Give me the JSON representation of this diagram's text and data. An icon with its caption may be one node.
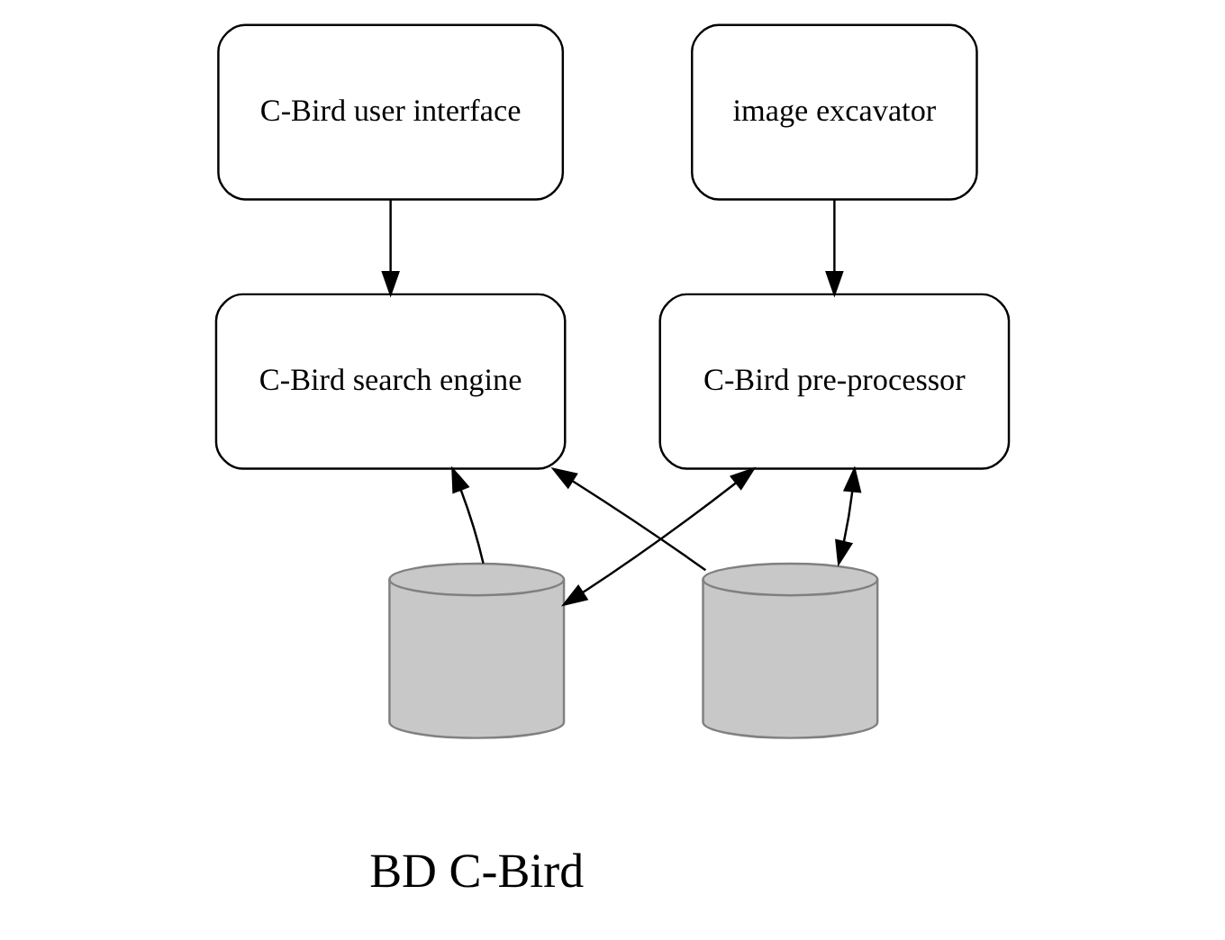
{
  "diagram": {
    "nodes": [
      {
        "text": [
          "image excavator"
        ]
      },
      {
        "text": [
          "C-Bird user interface"
        ]
      },
      {
        "text": [
          "C-Bird search engine"
        ]
      },
      {
        "text": [
          "C-Bird pre-processor"
        ]
      },
      {
        "text": [],
        "shape": "cylinder"
      },
      {
        "text": [],
        "shape": "cylinder"
      }
    ],
    "edges": [
      {
        "from": 0,
        "to": 3,
        "arrow": "to"
      },
      {
        "from": 1,
        "to": 2,
        "arrow": "to"
      },
      {
        "from": 4,
        "to": 2,
        "arrow": "to"
      },
      {
        "from": 4,
        "to": 3,
        "arrow": "both"
      },
      {
        "from": 5,
        "to": 2,
        "arrow": "to"
      },
      {
        "from": 5,
        "to": 3,
        "arrow": "both"
      }
    ],
    "labels": [
      "BD C-Bird"
    ]
  }
}
